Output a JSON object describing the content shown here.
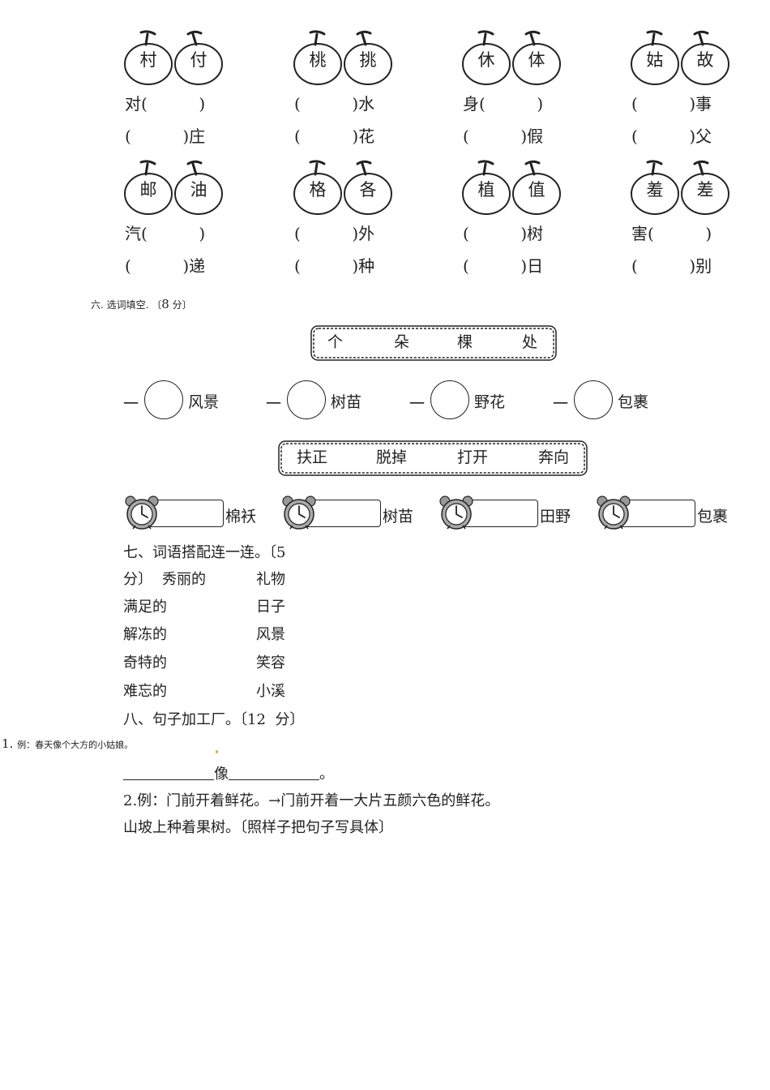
{
  "apples": [
    {
      "chars": [
        "村",
        "付"
      ],
      "lines": [
        "对(          )",
        "(          )庄"
      ]
    },
    {
      "chars": [
        "桃",
        "挑"
      ],
      "lines": [
        "(          )水",
        "(          )花"
      ]
    },
    {
      "chars": [
        "休",
        "体"
      ],
      "lines": [
        "身(          )",
        "(          )假"
      ]
    },
    {
      "chars": [
        "姑",
        "故"
      ],
      "lines": [
        "(          )事",
        "(          )父"
      ]
    },
    {
      "chars": [
        "邮",
        "油"
      ],
      "lines": [
        "汽(          )",
        "(          )递"
      ]
    },
    {
      "chars": [
        "格",
        "各"
      ],
      "lines": [
        "(          )外",
        "(          )种"
      ]
    },
    {
      "chars": [
        "植",
        "值"
      ],
      "lines": [
        "(          )树",
        "(          )日"
      ]
    },
    {
      "chars": [
        "羞",
        "差"
      ],
      "lines": [
        "害(          )",
        "(          )别"
      ]
    }
  ],
  "section6": {
    "prefix": "六. 选词填空. 〔",
    "score": "8",
    "suffix": " 分〕"
  },
  "measure_words": [
    "个",
    "朵",
    "棵",
    "处"
  ],
  "measure_items": [
    {
      "dash": "一",
      "label": "风景"
    },
    {
      "dash": "一",
      "label": "树苗"
    },
    {
      "dash": "一",
      "label": "野花"
    },
    {
      "dash": "一",
      "label": "包裹"
    }
  ],
  "verb_words": [
    "扶正",
    "脱掉",
    "打开",
    "奔向"
  ],
  "clock_items": [
    "棉袄",
    "树苗",
    "田野",
    "包裹"
  ],
  "section7": {
    "title_line1": "七、词语搭配连一连。〔5",
    "title_line2_prefix": "分〕",
    "left": [
      "秀丽的",
      "满足的",
      "解冻的",
      "奇特的",
      "难忘的"
    ],
    "right": [
      "礼物",
      "日子",
      "风景",
      "笑容",
      "小溪"
    ]
  },
  "section8": {
    "title": "八、句子加工厂。〔12  分〕",
    "q1_num": "1.",
    "q1_example": "例：春天像个大方的小姑娘。",
    "q1_mid": "像",
    "q1_end": "。",
    "q2_line1": "2.例：门前开着鲜花。→门前开着一大片五颜六色的鲜花。",
    "q2_line2": "山坡上种着果树。〔照样子把句子写具体〕"
  }
}
